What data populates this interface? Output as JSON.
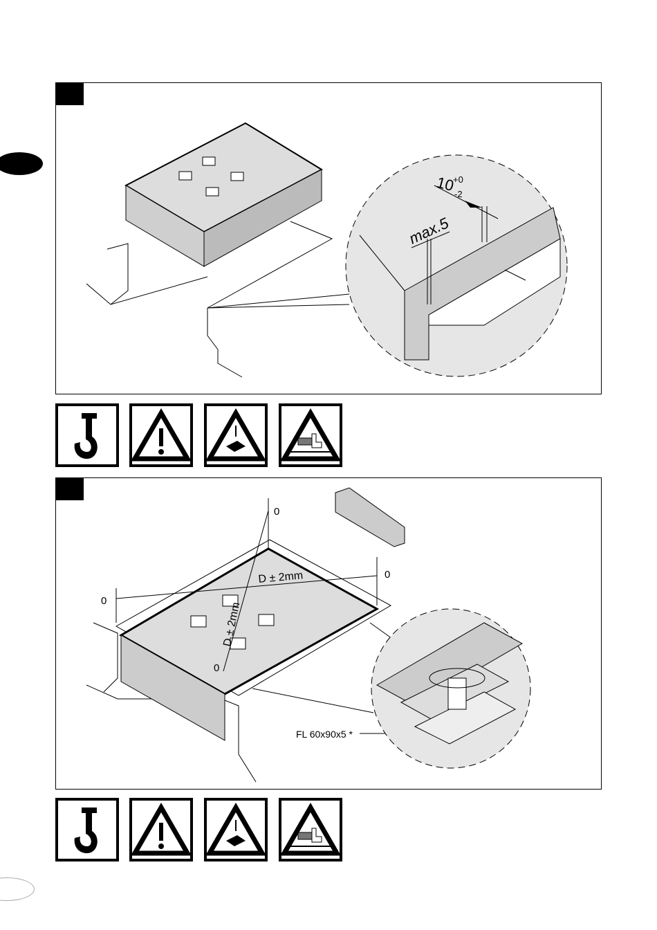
{
  "page": {
    "figure1": {
      "dimension_value": "10",
      "tolerance_upper": "+0",
      "tolerance_lower": "-2",
      "gap_label": "max.5"
    },
    "figure2": {
      "level_top": "0",
      "level_right": "0",
      "level_left": "0",
      "level_bottom": "0",
      "diagonal_1": "D ± 2mm",
      "diagonal_2": "D ± 2mm",
      "plate_label": "FL 60x90x5 *"
    },
    "icons": [
      "crane-hook-icon",
      "general-warning-icon",
      "suspended-load-warning-icon",
      "crushing-feet-warning-icon"
    ]
  }
}
